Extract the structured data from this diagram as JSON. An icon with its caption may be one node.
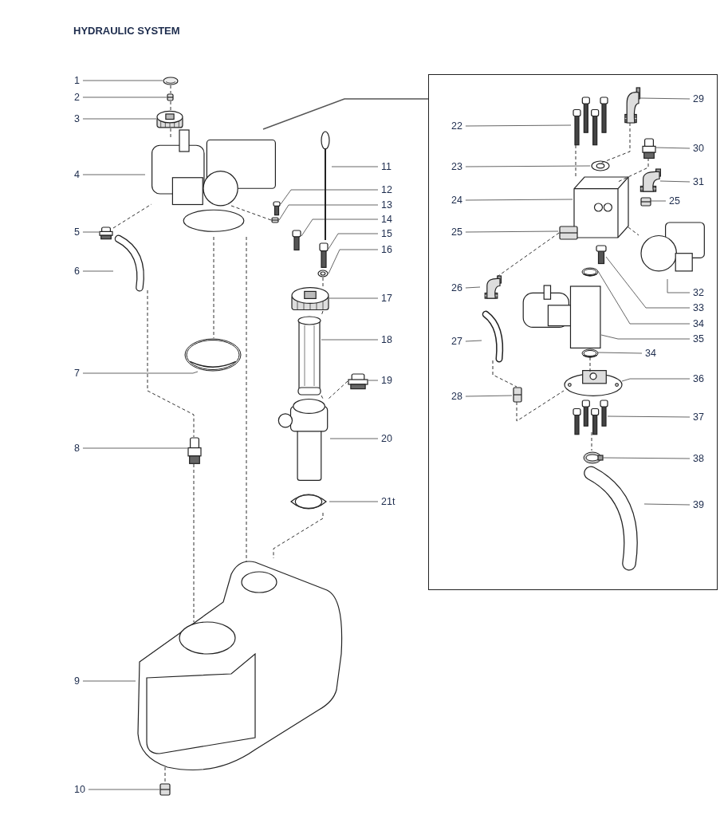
{
  "diagram": {
    "title": "HYDRAULIC SYSTEM",
    "nodes": [
      {
        "text": [],
        "shape": "box"
      },
      {
        "text": [
          "1"
        ]
      },
      {
        "text": [],
        "shape": "picture"
      },
      {
        "text": [
          "2"
        ]
      },
      {
        "text": [],
        "shape": "picture"
      },
      {
        "text": [
          "3"
        ]
      },
      {
        "text": [],
        "shape": "picture"
      },
      {
        "text": [
          "4"
        ]
      },
      {
        "text": [],
        "shape": "picture"
      },
      {
        "text": [
          "5"
        ]
      },
      {
        "text": [],
        "shape": "picture"
      },
      {
        "text": [
          "6"
        ]
      },
      {
        "text": [],
        "shape": "picture"
      },
      {
        "text": [
          "7"
        ]
      },
      {
        "text": [],
        "shape": "picture"
      },
      {
        "text": [
          "8"
        ]
      },
      {
        "text": [],
        "shape": "picture"
      },
      {
        "text": [
          "9"
        ]
      },
      {
        "text": [],
        "shape": "picture"
      },
      {
        "text": [
          "10"
        ]
      },
      {
        "text": [],
        "shape": "picture"
      },
      {
        "text": [
          "11"
        ]
      },
      {
        "text": [],
        "shape": "picture"
      },
      {
        "text": [
          "12"
        ]
      },
      {
        "text": [],
        "shape": "picture"
      },
      {
        "text": [
          "13"
        ]
      },
      {
        "text": [],
        "shape": "picture"
      },
      {
        "text": [
          "14"
        ]
      },
      {
        "text": [],
        "shape": "picture"
      },
      {
        "text": [
          "15"
        ]
      },
      {
        "text": [],
        "shape": "picture"
      },
      {
        "text": [
          "16"
        ]
      },
      {
        "text": [],
        "shape": "picture"
      },
      {
        "text": [
          "17"
        ]
      },
      {
        "text": [],
        "shape": "picture"
      },
      {
        "text": [
          "18"
        ]
      },
      {
        "text": [],
        "shape": "picture"
      },
      {
        "text": [
          "19"
        ]
      },
      {
        "text": [],
        "shape": "picture"
      },
      {
        "text": [
          "20"
        ]
      },
      {
        "text": [],
        "shape": "picture"
      },
      {
        "text": [
          "21t"
        ]
      },
      {
        "text": [],
        "shape": "picture"
      },
      {
        "text": [
          "22"
        ],
        "in": 0
      },
      {
        "text": [],
        "shape": "picture",
        "in": 0
      },
      {
        "text": [
          "23"
        ],
        "in": 0
      },
      {
        "text": [],
        "shape": "picture",
        "in": 0
      },
      {
        "text": [
          "24"
        ],
        "in": 0
      },
      {
        "text": [],
        "shape": "picture",
        "in": 0
      },
      {
        "text": [
          "25"
        ],
        "in": 0
      },
      {
        "text": [],
        "shape": "picture",
        "in": 0
      },
      {
        "text": [
          "25"
        ],
        "in": 0
      },
      {
        "text": [],
        "shape": "picture",
        "in": 0
      },
      {
        "text": [
          "26"
        ],
        "in": 0
      },
      {
        "text": [],
        "shape": "picture",
        "in": 0
      },
      {
        "text": [
          "27"
        ],
        "in": 0
      },
      {
        "text": [],
        "shape": "picture",
        "in": 0
      },
      {
        "text": [
          "28"
        ],
        "in": 0
      },
      {
        "text": [],
        "shape": "picture",
        "in": 0
      },
      {
        "text": [
          "29"
        ],
        "in": 0
      },
      {
        "text": [],
        "shape": "picture",
        "in": 0
      },
      {
        "text": [
          "30"
        ],
        "in": 0
      },
      {
        "text": [],
        "shape": "picture",
        "in": 0
      },
      {
        "text": [
          "31"
        ],
        "in": 0
      },
      {
        "text": [],
        "shape": "picture",
        "in": 0
      },
      {
        "text": [
          "32"
        ],
        "in": 0
      },
      {
        "text": [],
        "shape": "picture",
        "in": 0
      },
      {
        "text": [
          "33"
        ],
        "in": 0
      },
      {
        "text": [],
        "shape": "picture",
        "in": 0
      },
      {
        "text": [
          "34"
        ],
        "in": 0
      },
      {
        "text": [],
        "shape": "picture",
        "in": 0
      },
      {
        "text": [
          "35"
        ],
        "in": 0
      },
      {
        "text": [],
        "shape": "picture",
        "in": 0
      },
      {
        "text": [
          "34"
        ],
        "in": 0
      },
      {
        "text": [],
        "shape": "picture",
        "in": 0
      },
      {
        "text": [
          "36"
        ],
        "in": 0
      },
      {
        "text": [],
        "shape": "picture",
        "in": 0
      },
      {
        "text": [
          "37"
        ],
        "in": 0
      },
      {
        "text": [],
        "shape": "picture",
        "in": 0
      },
      {
        "text": [
          "38"
        ],
        "in": 0
      },
      {
        "text": [],
        "shape": "picture",
        "in": 0
      },
      {
        "text": [
          "39"
        ],
        "in": 0
      },
      {
        "text": [],
        "shape": "picture",
        "in": 0
      }
    ],
    "edges": [
      {
        "from": 1,
        "to": 2,
        "arrow": "none"
      },
      {
        "from": 3,
        "to": 4,
        "arrow": "none"
      },
      {
        "from": 5,
        "to": 6,
        "arrow": "none"
      },
      {
        "from": 7,
        "to": 8,
        "arrow": "none"
      },
      {
        "from": 9,
        "to": 10,
        "arrow": "none"
      },
      {
        "from": 11,
        "to": 12,
        "arrow": "none"
      },
      {
        "from": 13,
        "to": 14,
        "arrow": "none"
      },
      {
        "from": 15,
        "to": 16,
        "arrow": "none"
      },
      {
        "from": 17,
        "to": 18,
        "arrow": "none"
      },
      {
        "from": 19,
        "to": 20,
        "arrow": "none"
      },
      {
        "from": 21,
        "to": 22,
        "arrow": "none"
      },
      {
        "from": 23,
        "to": 24,
        "arrow": "none"
      },
      {
        "from": 25,
        "to": 26,
        "arrow": "none"
      },
      {
        "from": 27,
        "to": 28,
        "arrow": "none"
      },
      {
        "from": 29,
        "to": 30,
        "arrow": "none"
      },
      {
        "from": 31,
        "to": 32,
        "arrow": "none"
      },
      {
        "from": 33,
        "to": 34,
        "arrow": "none"
      },
      {
        "from": 35,
        "to": 36,
        "arrow": "none"
      },
      {
        "from": 37,
        "to": 38,
        "arrow": "none"
      },
      {
        "from": 39,
        "to": 40,
        "arrow": "none"
      },
      {
        "from": 41,
        "to": 42,
        "arrow": "none"
      },
      {
        "from": 43,
        "to": 44,
        "arrow": "none"
      },
      {
        "from": 45,
        "to": 46,
        "arrow": "none"
      },
      {
        "from": 47,
        "to": 48,
        "arrow": "none"
      },
      {
        "from": 49,
        "to": 50,
        "arrow": "none"
      },
      {
        "from": 51,
        "to": 52,
        "arrow": "none"
      },
      {
        "from": 53,
        "to": 54,
        "arrow": "none"
      },
      {
        "from": 55,
        "to": 56,
        "arrow": "none"
      },
      {
        "from": 57,
        "to": 58,
        "arrow": "none"
      },
      {
        "from": 59,
        "to": 60,
        "arrow": "none"
      },
      {
        "from": 61,
        "to": 62,
        "arrow": "none"
      },
      {
        "from": 63,
        "to": 64,
        "arrow": "none"
      },
      {
        "from": 65,
        "to": 66,
        "arrow": "none"
      },
      {
        "from": 67,
        "to": 68,
        "arrow": "none"
      },
      {
        "from": 69,
        "to": 70,
        "arrow": "none"
      },
      {
        "from": 71,
        "to": 72,
        "arrow": "none"
      },
      {
        "from": 73,
        "to": 74,
        "arrow": "none"
      },
      {
        "from": 75,
        "to": 76,
        "arrow": "none"
      },
      {
        "from": 77,
        "to": 78,
        "arrow": "none"
      },
      {
        "from": 79,
        "to": 80,
        "arrow": "none"
      },
      {
        "from": 81,
        "to": 82,
        "arrow": "none"
      },
      {
        "from": 8,
        "to": 0,
        "arrow": "none"
      },
      {
        "from": 2,
        "to": 4,
        "arrow": "none",
        "style": "dashed"
      },
      {
        "from": 4,
        "to": 6,
        "arrow": "none",
        "style": "dashed"
      },
      {
        "from": 6,
        "to": 8,
        "arrow": "none",
        "style": "dashed"
      },
      {
        "from": 10,
        "to": 8,
        "arrow": "none",
        "style": "dashed"
      },
      {
        "from": 12,
        "to": 16,
        "arrow": "none",
        "style": "dashed"
      },
      {
        "from": 16,
        "to": 18,
        "arrow": "none",
        "style": "dashed"
      },
      {
        "from": 8,
        "to": 14,
        "arrow": "none",
        "style": "dashed"
      },
      {
        "from": 8,
        "to": 18,
        "arrow": "none",
        "style": "dashed"
      },
      {
        "from": 32,
        "to": 34,
        "arrow": "none",
        "style": "dashed"
      },
      {
        "from": 34,
        "to": 36,
        "arrow": "none",
        "style": "dashed"
      },
      {
        "from": 36,
        "to": 40,
        "arrow": "none",
        "style": "dashed"
      },
      {
        "from": 42,
        "to": 18,
        "arrow": "none",
        "style": "dashed"
      },
      {
        "from": 38,
        "to": 40,
        "arrow": "none",
        "style": "dashed"
      },
      {
        "from": 8,
        "to": 26,
        "arrow": "none",
        "style": "dashed"
      },
      {
        "from": 44,
        "to": 48,
        "arrow": "none",
        "style": "dashed"
      },
      {
        "from": 60,
        "to": 46,
        "arrow": "none",
        "style": "dashed"
      },
      {
        "from": 62,
        "to": 48,
        "arrow": "none",
        "style": "dashed"
      },
      {
        "from": 48,
        "to": 66,
        "arrow": "none",
        "style": "dashed"
      },
      {
        "from": 52,
        "to": 54,
        "arrow": "none",
        "style": "dashed"
      },
      {
        "from": 56,
        "to": 58,
        "arrow": "none",
        "style": "dashed"
      },
      {
        "from": 58,
        "to": 76,
        "arrow": "none",
        "style": "dashed"
      },
      {
        "from": 78,
        "to": 80,
        "arrow": "none",
        "style": "dashed"
      },
      {
        "from": 74,
        "to": 76,
        "arrow": "none",
        "style": "dashed"
      },
      {
        "from": 18,
        "to": 20,
        "arrow": "none",
        "style": "dashed"
      }
    ]
  }
}
